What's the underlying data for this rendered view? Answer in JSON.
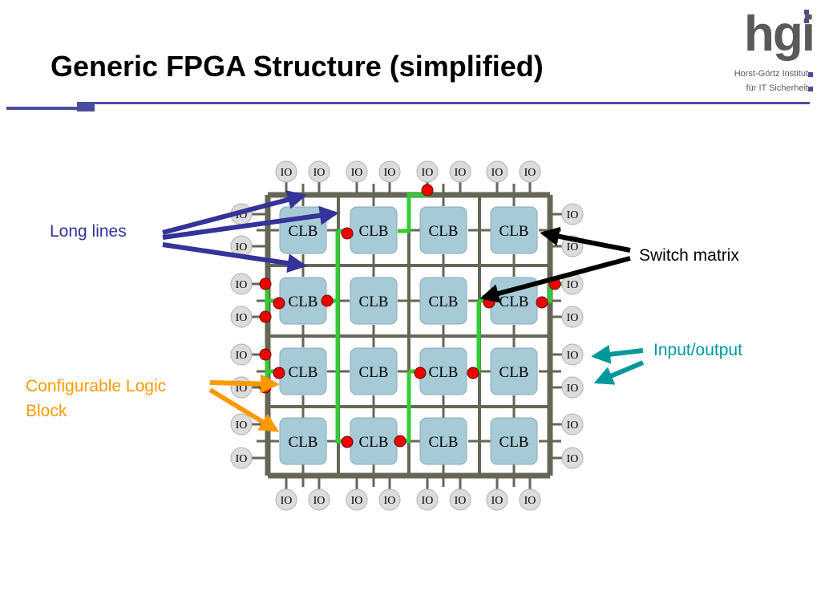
{
  "slide": {
    "title": "Generic FPGA Structure (simplified)"
  },
  "logo": {
    "word": "hgi",
    "line1": "Horst-Görtz Institut",
    "line2": "für IT Sicherheit"
  },
  "labels": {
    "long_lines": "Long lines",
    "switch_matrix": "Switch matrix",
    "input_output": "Input/output",
    "clb_line1": "Configurable Logic",
    "clb_line2": "Block"
  },
  "diagram": {
    "block_label": "CLB",
    "io_label": "IO"
  },
  "colors": {
    "long_lines": "#333399",
    "switch_matrix": "#000000",
    "input_output": "#009999",
    "configurable_logic_block": "#ff9900",
    "clb_fill": "#a7cbd6",
    "routing": "#666655",
    "configured_path": "#33cc33",
    "switch_point": "#ee0000"
  },
  "icons": {
    "logo_marker": "square-icon"
  }
}
